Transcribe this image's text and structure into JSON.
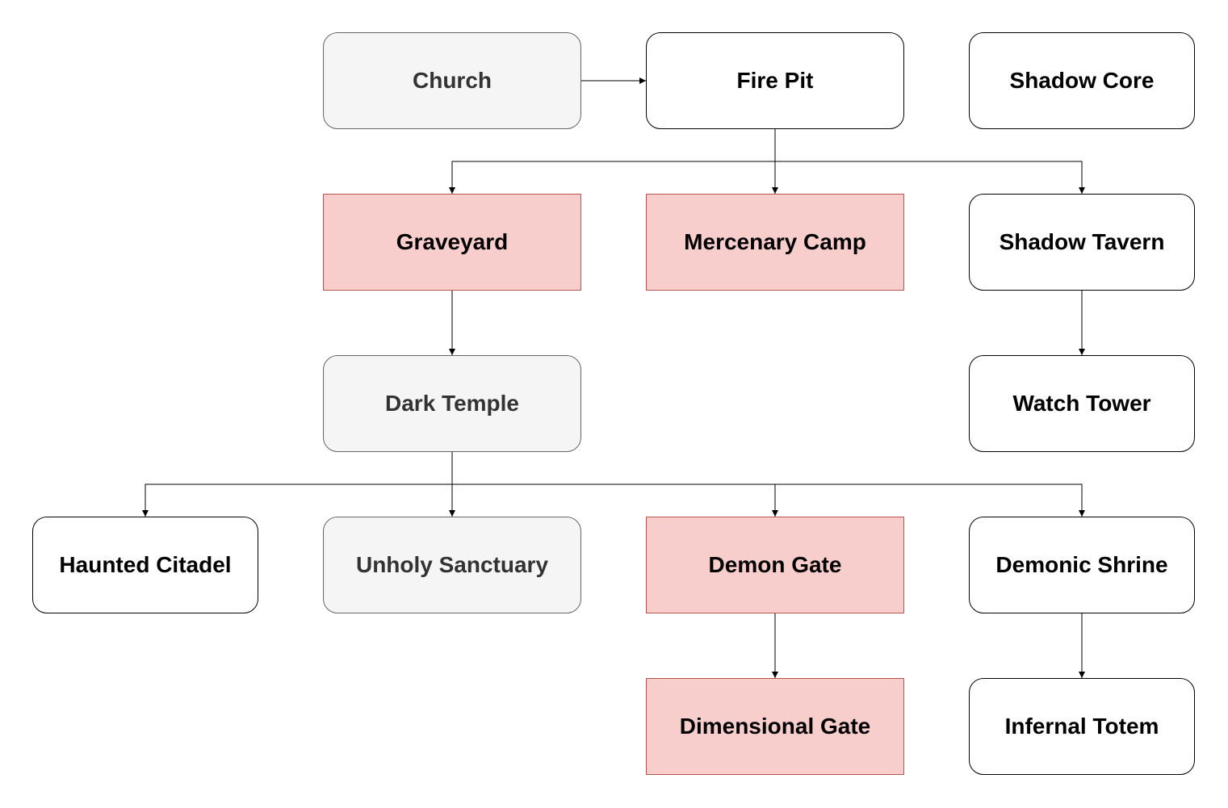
{
  "diagram": {
    "title": "",
    "styles": {
      "default": {
        "fill": "#ffffff",
        "stroke": "#000000",
        "text": "#000000",
        "shape": "rounded"
      },
      "gray": {
        "fill": "#f5f5f5",
        "stroke": "#666666",
        "text": "#333333",
        "shape": "rounded"
      },
      "red": {
        "fill": "#f8cecc",
        "stroke": "#b85450",
        "text": "#000000",
        "shape": "rectangle"
      }
    },
    "edge_color": "#000000",
    "nodes": [
      {
        "id": "church",
        "label": "Church",
        "style": "gray"
      },
      {
        "id": "fire_pit",
        "label": "Fire Pit",
        "style": "default"
      },
      {
        "id": "shadow_core",
        "label": "Shadow Core",
        "style": "default"
      },
      {
        "id": "graveyard",
        "label": "Graveyard",
        "style": "red"
      },
      {
        "id": "mercenary_camp",
        "label": "Mercenary Camp",
        "style": "red"
      },
      {
        "id": "shadow_tavern",
        "label": "Shadow Tavern",
        "style": "default"
      },
      {
        "id": "dark_temple",
        "label": "Dark Temple",
        "style": "gray"
      },
      {
        "id": "watch_tower",
        "label": "Watch Tower",
        "style": "default"
      },
      {
        "id": "haunted_citadel",
        "label": "Haunted Citadel",
        "style": "default"
      },
      {
        "id": "unholy_sanctuary",
        "label": "Unholy Sanctuary",
        "style": "gray"
      },
      {
        "id": "demon_gate",
        "label": "Demon Gate",
        "style": "red"
      },
      {
        "id": "demonic_shrine",
        "label": "Demonic Shrine",
        "style": "default"
      },
      {
        "id": "dimensional_gate",
        "label": "Dimensional Gate",
        "style": "red"
      },
      {
        "id": "infernal_totem",
        "label": "Infernal Totem",
        "style": "default"
      }
    ],
    "edges": [
      {
        "from": "church",
        "to": "fire_pit"
      },
      {
        "from": "fire_pit",
        "to": "graveyard"
      },
      {
        "from": "fire_pit",
        "to": "mercenary_camp"
      },
      {
        "from": "fire_pit",
        "to": "shadow_tavern"
      },
      {
        "from": "graveyard",
        "to": "dark_temple"
      },
      {
        "from": "shadow_tavern",
        "to": "watch_tower"
      },
      {
        "from": "dark_temple",
        "to": "haunted_citadel"
      },
      {
        "from": "dark_temple",
        "to": "unholy_sanctuary"
      },
      {
        "from": "dark_temple",
        "to": "demon_gate"
      },
      {
        "from": "dark_temple",
        "to": "demonic_shrine"
      },
      {
        "from": "demon_gate",
        "to": "dimensional_gate"
      },
      {
        "from": "demonic_shrine",
        "to": "infernal_totem"
      }
    ]
  }
}
